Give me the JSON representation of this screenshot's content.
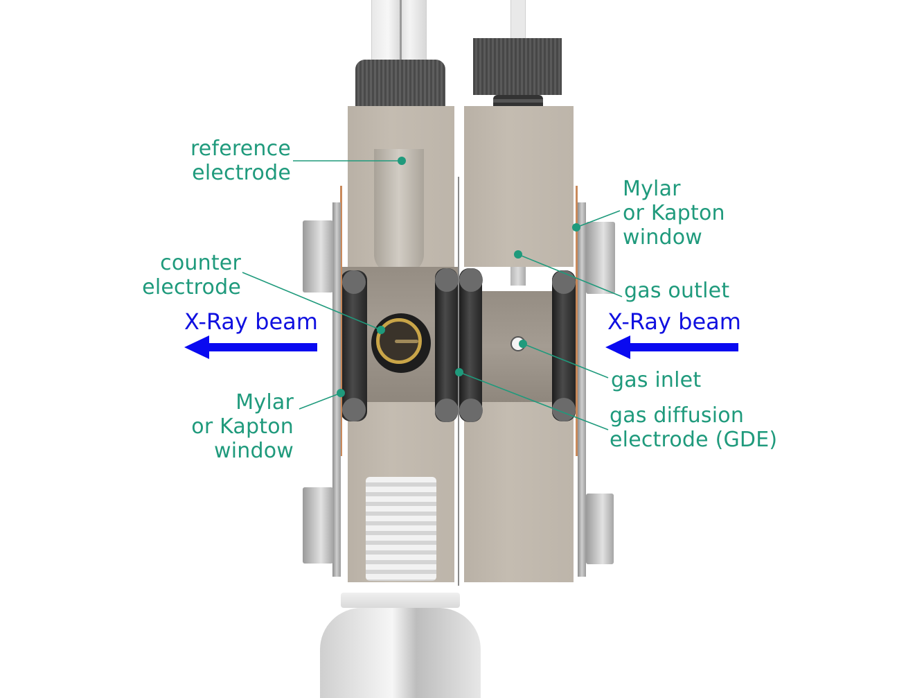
{
  "diagram": {
    "subject": "X-ray spectro-electrochemical gas diffusion electrode cell (cross-section render)",
    "colors": {
      "label_text": "#1f9a7c",
      "leader_line": "#1f9a7c",
      "beam_text": "#1010e0",
      "beam_arrow": "#0a0af0",
      "cell_body": "#bdb5aa",
      "oring": "#2a2a2a",
      "window_film": "#c9895a"
    },
    "labels": {
      "reference_electrode": {
        "line1": "reference",
        "line2": "electrode"
      },
      "counter_electrode": {
        "line1": "counter",
        "line2": "electrode"
      },
      "window_left": {
        "line1": "Mylar",
        "line2": "or Kapton",
        "line3": "window"
      },
      "window_right": {
        "line1": "Mylar",
        "line2": "or Kapton",
        "line3": "window"
      },
      "gas_outlet": "gas outlet",
      "gas_inlet": "gas inlet",
      "gde": {
        "line1": "gas diffusion",
        "line2": "electrode (GDE)"
      }
    },
    "beams": {
      "left": {
        "label": "X-Ray beam",
        "direction": "left"
      },
      "right": {
        "label": "X-Ray beam",
        "direction": "left"
      }
    }
  }
}
